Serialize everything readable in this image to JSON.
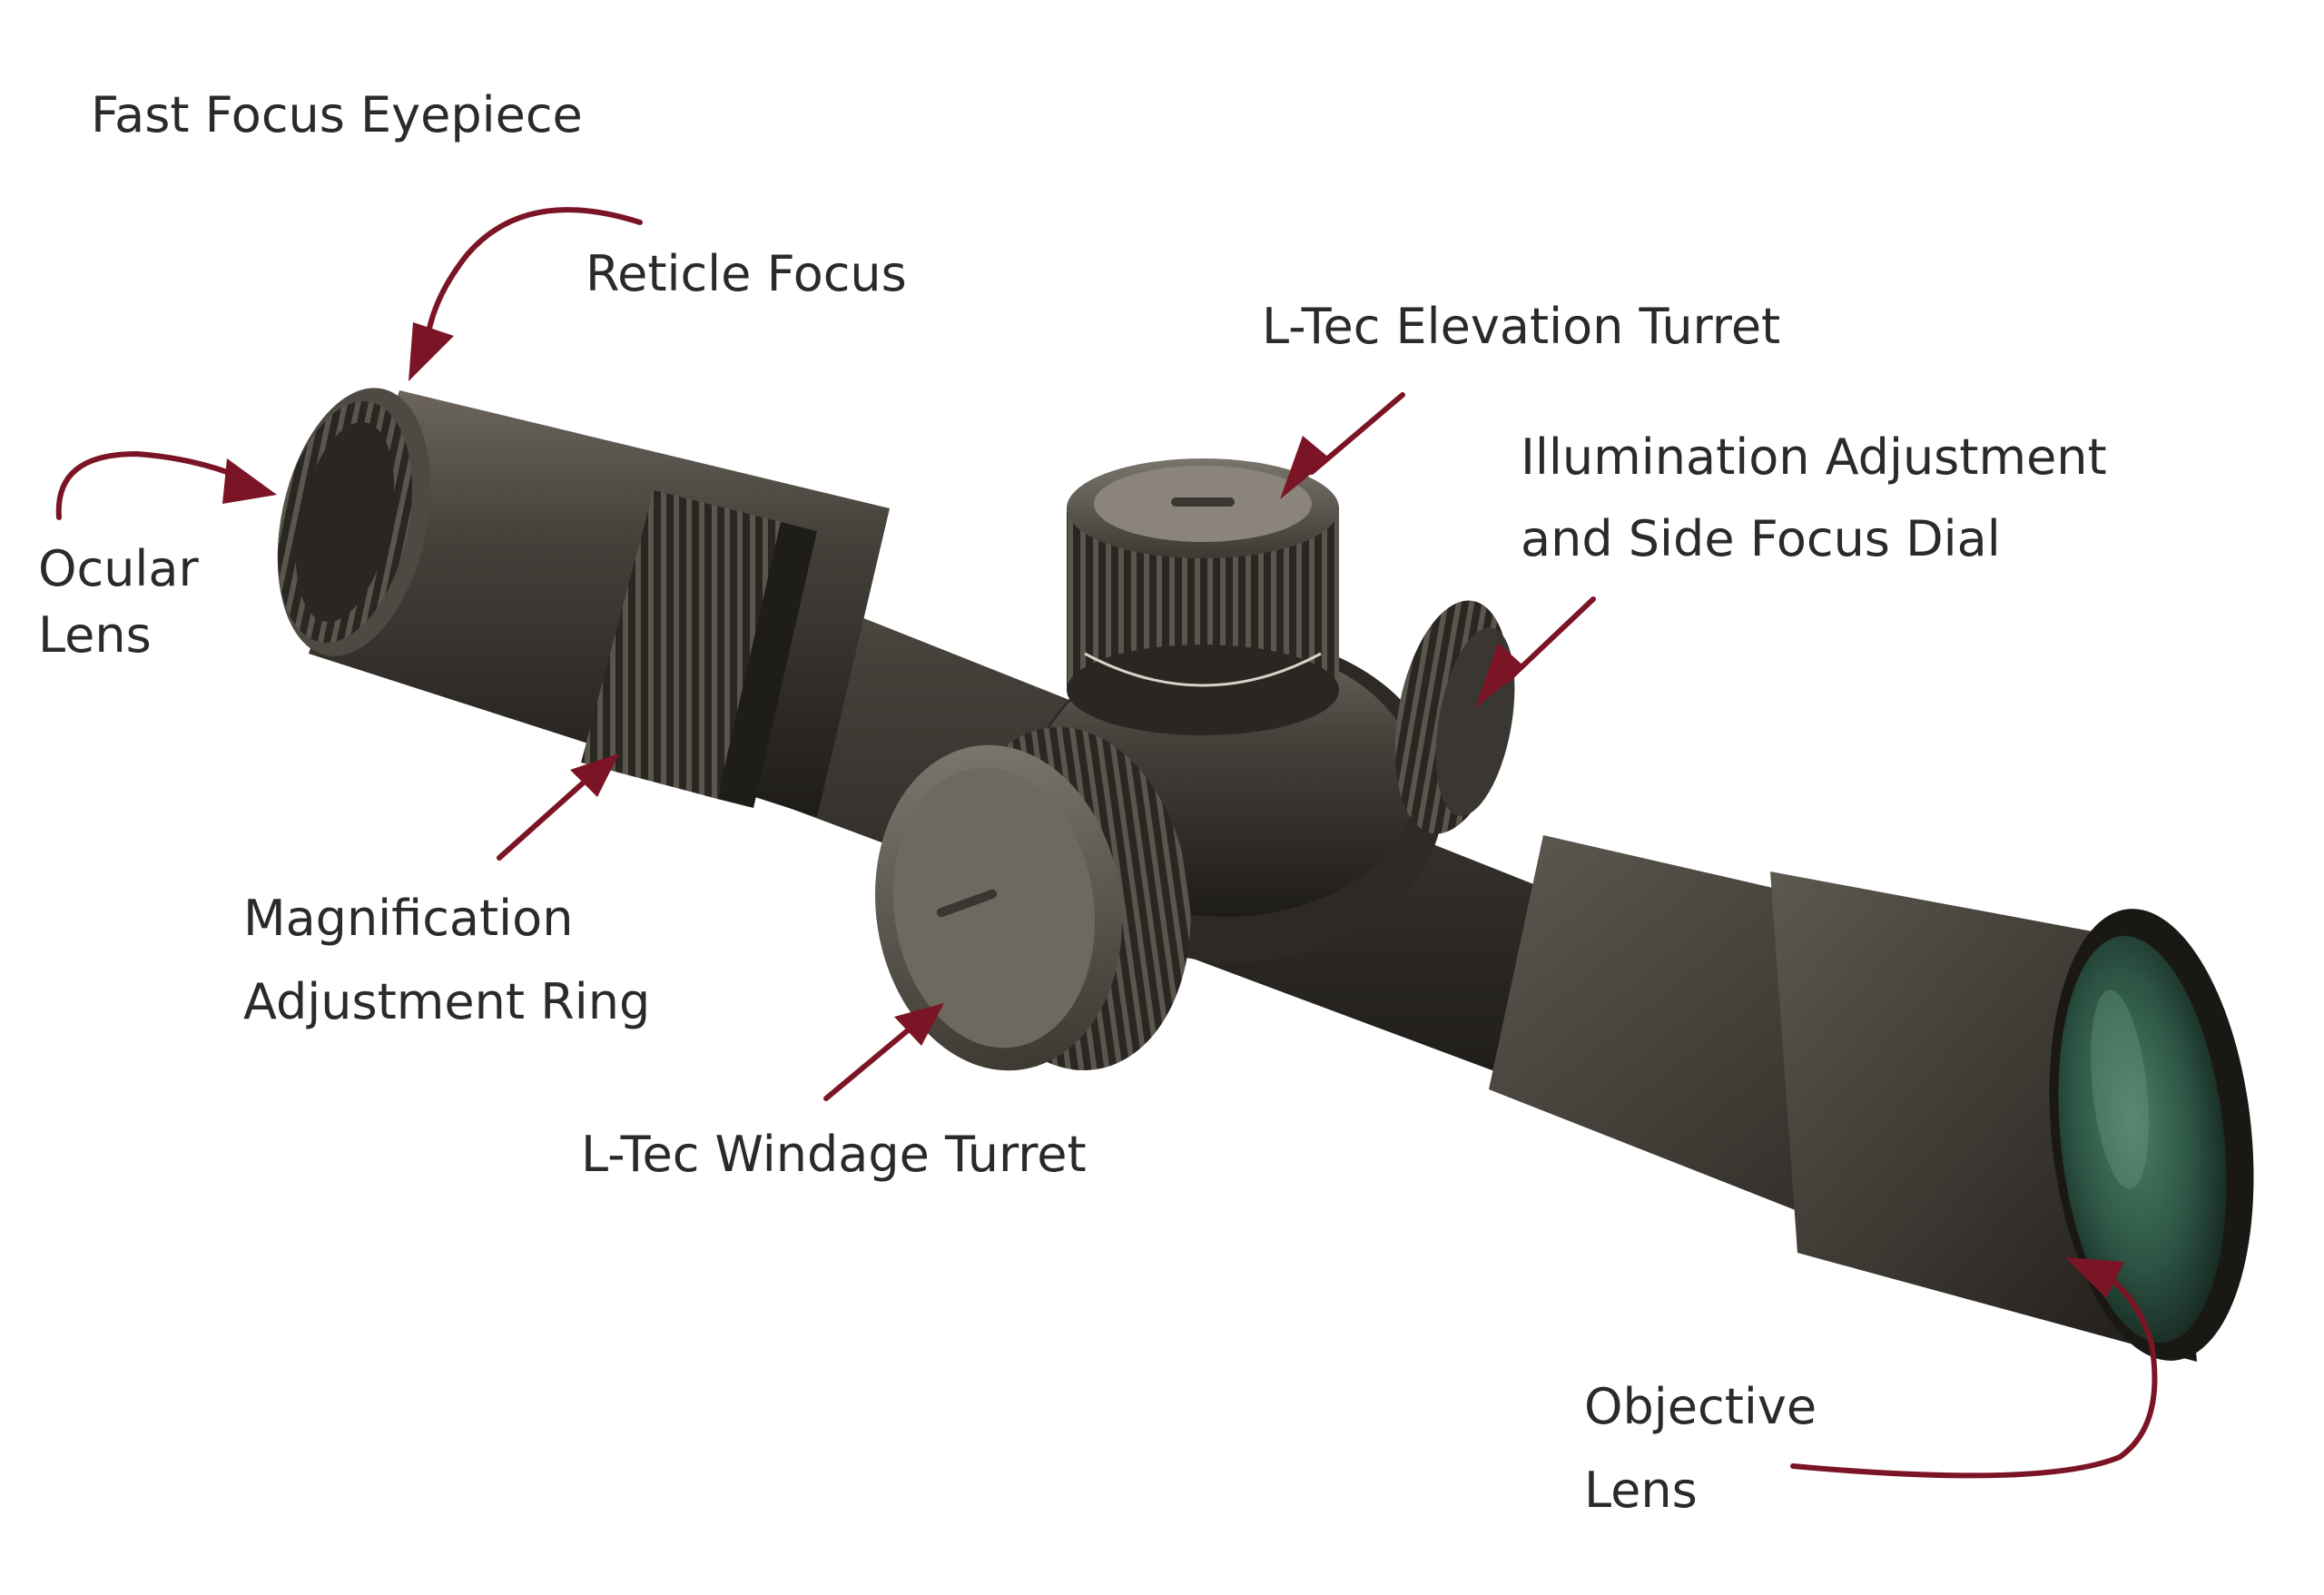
{
  "labels": {
    "fast_focus_eyepiece": "Fast Focus Eyepiece",
    "reticle_focus": "Reticle Focus",
    "ocular_lens_line1": "Ocular",
    "ocular_lens_line2": "Lens",
    "elevation_turret": "L-Tec Elevation Turret",
    "illumination_line1": "Illumination Adjustment",
    "illumination_line2": "and Side Focus Dial",
    "magnification_line1": "Magnification",
    "magnification_line2": "Adjustment Ring",
    "windage_turret": "L-Tec Windage Turret",
    "objective_lens_line1": "Objective",
    "objective_lens_line2": "Lens"
  },
  "colors": {
    "arrow": "#7b1424",
    "scope_body": "#3b3732",
    "lens_glass": "#2f5a45",
    "label_text": "#2a2a2a"
  }
}
